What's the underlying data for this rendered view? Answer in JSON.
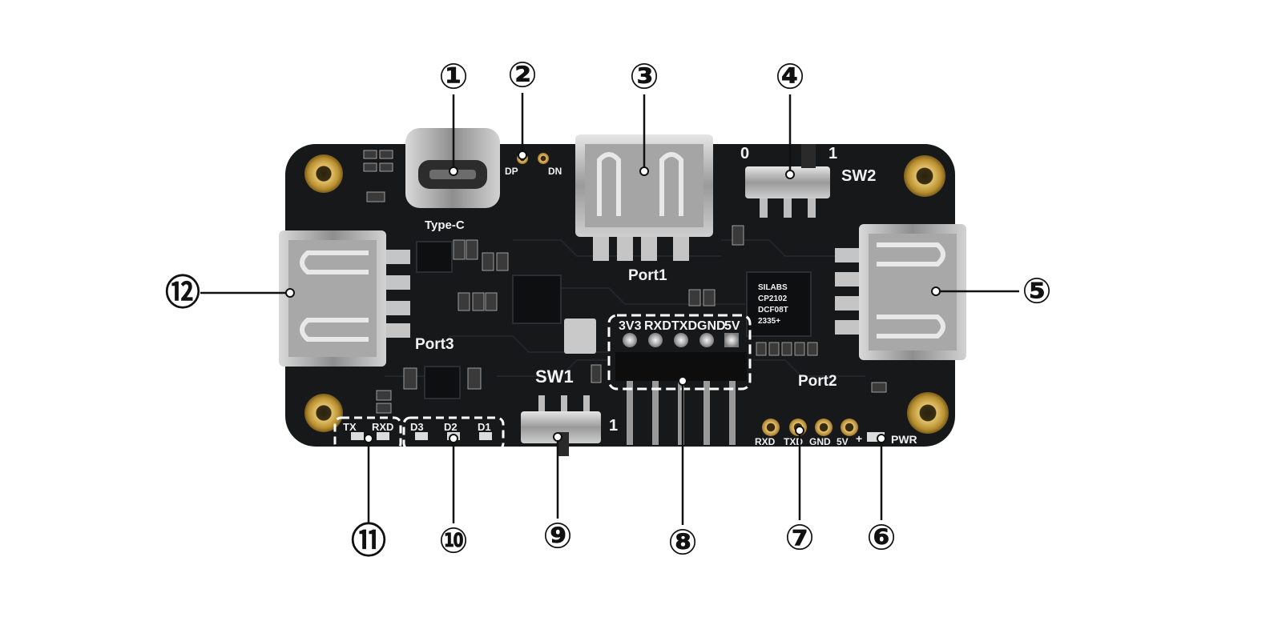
{
  "board": {
    "labels": {
      "type_c": "Type-C",
      "dp": "DP",
      "dn": "DN",
      "port1": "Port1",
      "port2": "Port2",
      "port3": "Port3",
      "sw1": "SW1",
      "sw1_pos": "1",
      "sw2": "SW2",
      "sw2_pos0": "0",
      "sw2_pos1": "1",
      "pwr": "PWR",
      "plus": "+",
      "uart_header": [
        "3V3",
        "RXD",
        "TXD",
        "GND",
        "5V"
      ],
      "uart_pads": [
        "RXD",
        "TXD",
        "GND",
        "5V"
      ],
      "led_tx": "TX",
      "led_rxd": "RXD",
      "led_d3": "D3",
      "led_d2": "D2",
      "led_d1": "D1",
      "chip_text": [
        "SILABS",
        "CP2102",
        "DCF08T",
        "2335+"
      ]
    }
  },
  "callouts": [
    "①",
    "②",
    "③",
    "④",
    "⑤",
    "⑥",
    "⑦",
    "⑧",
    "⑨",
    "⑩",
    "⑪",
    "⑫"
  ],
  "colors": {
    "pcb": "#17181a",
    "metal": "#b8b8b8",
    "brass": "#c9a24a",
    "silkscreen": "#f2f2f2"
  }
}
